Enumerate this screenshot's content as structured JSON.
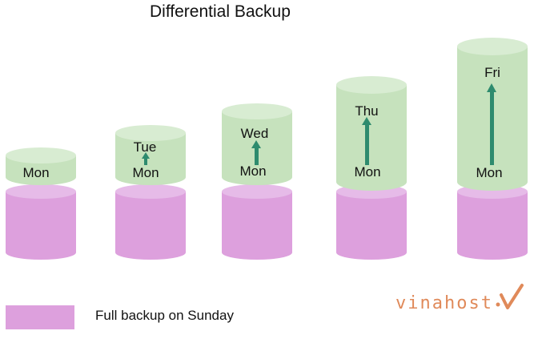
{
  "title": "Differential Backup",
  "colors": {
    "full_backup_top": "#e6bbe8",
    "full_backup_body": "#dda0dd",
    "diff_top": "#d8ecd2",
    "diff_body": "#c6e2bd",
    "arrow": "#2e8b6e",
    "watermark": "#e08a5a"
  },
  "columns": [
    {
      "base_label": "Mon",
      "day_label": ""
    },
    {
      "base_label": "Mon",
      "day_label": "Tue"
    },
    {
      "base_label": "Mon",
      "day_label": "Wed"
    },
    {
      "base_label": "Mon",
      "day_label": "Thu"
    },
    {
      "base_label": "Mon",
      "day_label": "Fri"
    }
  ],
  "legend": {
    "label": "Full backup on Sunday"
  },
  "watermark": {
    "text": "vinahost"
  }
}
